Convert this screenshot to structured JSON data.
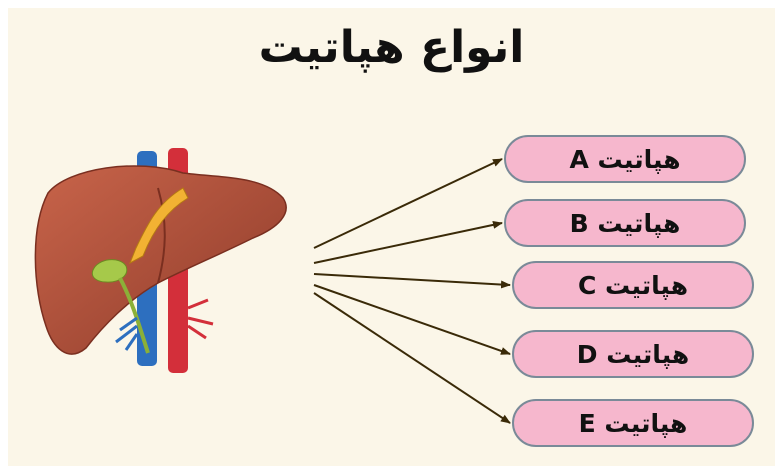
{
  "title": "انواع هپاتیت",
  "types": [
    {
      "label": "هپاتیت A"
    },
    {
      "label": "هپاتیت B"
    },
    {
      "label": "هپاتیت C"
    },
    {
      "label": "هپاتیت D"
    },
    {
      "label": "هپاتیت E"
    }
  ],
  "illustration": {
    "subject": "liver-icon"
  },
  "colors": {
    "background": "#fbf6e8",
    "pill_fill": "#f6b7cd",
    "pill_border": "#7a8a98",
    "arrow": "#3a2a08",
    "liver": "#b5523a",
    "vein": "#2d6fbf",
    "artery": "#d32f3a",
    "gallbladder": "#a6c94a",
    "bile_duct": "#f2b233"
  }
}
